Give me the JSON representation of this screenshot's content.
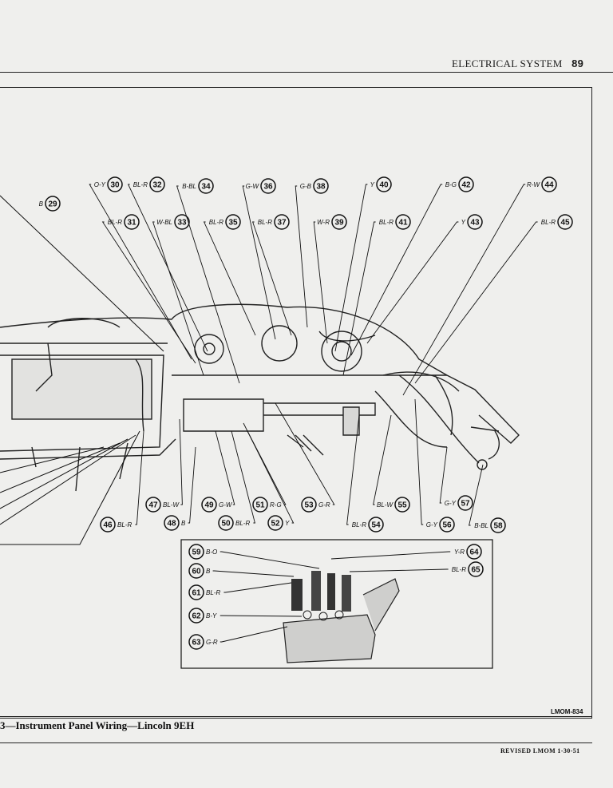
{
  "header": {
    "section": "ELECTRICAL SYSTEM",
    "page": "89"
  },
  "figure": {
    "code": "LMOM-834",
    "caption": "3—Instrument Panel Wiring—Lincoln 9EH"
  },
  "footer": {
    "revised": "REVISED LMOM 1-30-51"
  },
  "callouts": [
    {
      "num": "29",
      "label": "B"
    },
    {
      "num": "30",
      "label": "O-Y"
    },
    {
      "num": "31",
      "label": "BL-R"
    },
    {
      "num": "32",
      "label": "BL-R"
    },
    {
      "num": "33",
      "label": "W-BL"
    },
    {
      "num": "34",
      "label": "B-BL"
    },
    {
      "num": "35",
      "label": "BL-R"
    },
    {
      "num": "36",
      "label": "G-W"
    },
    {
      "num": "37",
      "label": "BL-R"
    },
    {
      "num": "38",
      "label": "G-B"
    },
    {
      "num": "39",
      "label": "W-R"
    },
    {
      "num": "40",
      "label": "Y"
    },
    {
      "num": "41",
      "label": "BL-R"
    },
    {
      "num": "42",
      "label": "B-G"
    },
    {
      "num": "43",
      "label": "Y"
    },
    {
      "num": "44",
      "label": "R-W"
    },
    {
      "num": "45",
      "label": "BL-R"
    },
    {
      "num": "46",
      "label": "BL-R"
    },
    {
      "num": "47",
      "label": "BL-W"
    },
    {
      "num": "48",
      "label": "B"
    },
    {
      "num": "49",
      "label": "G-W"
    },
    {
      "num": "50",
      "label": "BL-R"
    },
    {
      "num": "51",
      "label": "R-G"
    },
    {
      "num": "52",
      "label": "Y"
    },
    {
      "num": "53",
      "label": "G-R"
    },
    {
      "num": "54",
      "label": "BL-R"
    },
    {
      "num": "55",
      "label": "BL-W"
    },
    {
      "num": "56",
      "label": "G-Y"
    },
    {
      "num": "57",
      "label": "G-Y"
    },
    {
      "num": "58",
      "label": "B-BL"
    },
    {
      "num": "59",
      "label": "B-O"
    },
    {
      "num": "60",
      "label": "B"
    },
    {
      "num": "61",
      "label": "BL-R"
    },
    {
      "num": "62",
      "label": "B-Y"
    },
    {
      "num": "63",
      "label": "G-R"
    },
    {
      "num": "64",
      "label": "Y-R"
    },
    {
      "num": "65",
      "label": "BL-R"
    }
  ]
}
